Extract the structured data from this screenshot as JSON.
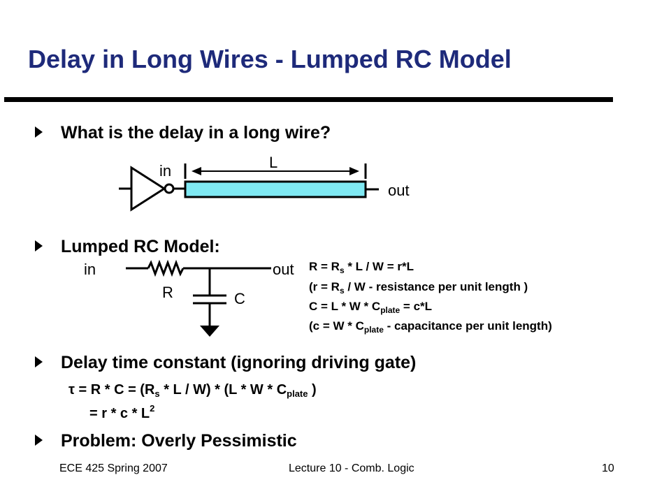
{
  "title": "Delay in Long Wires - Lumped RC Model",
  "bullets": [
    "What is the delay in a long wire?",
    "Lumped RC Model:",
    "Delay time constant (ignoring driving gate)",
    "Problem: Overly Pessimistic"
  ],
  "wire_diagram": {
    "in": "in",
    "length": "L",
    "out": "out"
  },
  "rc_diagram": {
    "in": "in",
    "resistor": "R",
    "capacitor": "C",
    "out": "out"
  },
  "equations": {
    "r1": {
      "a": "R = R",
      "s": "s",
      "b": " * L / W  =  r*L"
    },
    "r2": {
      "a": "(r =  R",
      "s": "s",
      "b": " /  W - resistance per unit length )"
    },
    "c1": {
      "a": "C = L * W * C",
      "s": "plate",
      "b": " = c*L"
    },
    "c2": {
      "a": "(c = W * C",
      "s": "plate",
      "b": " - capacitance per unit length)"
    },
    "tau1": {
      "tau": "τ",
      "a": " = R * C = (R",
      "s1": "s",
      "b": " * L / W) * (L * W * C",
      "s2": "plate",
      "c": " )"
    },
    "tau2": {
      "a": "=  r * c * L",
      "sup": "2"
    }
  },
  "footer": {
    "left": "ECE 425 Spring 2007",
    "center": "Lecture 10 - Comb. Logic",
    "page": "10"
  },
  "colors": {
    "title": "#1e2a7a",
    "wire_fill": "#7fe9f3"
  }
}
